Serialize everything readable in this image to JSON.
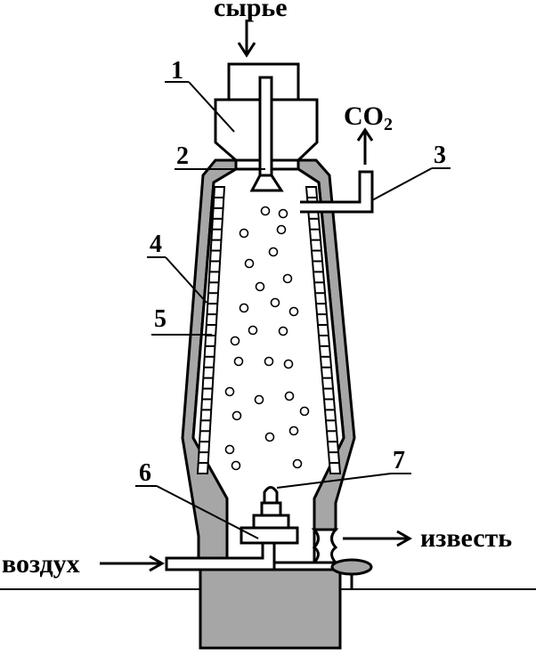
{
  "inputs": {
    "feed": "сырье",
    "air": "воздух"
  },
  "outputs": {
    "gas": {
      "formula": "CO",
      "subscript": "2"
    },
    "product": "известь"
  },
  "labels": [
    "1",
    "2",
    "3",
    "4",
    "5",
    "6",
    "7"
  ],
  "colors": {
    "wall": "#a6a6a6",
    "line": "#000000",
    "background": "#ffffff"
  }
}
